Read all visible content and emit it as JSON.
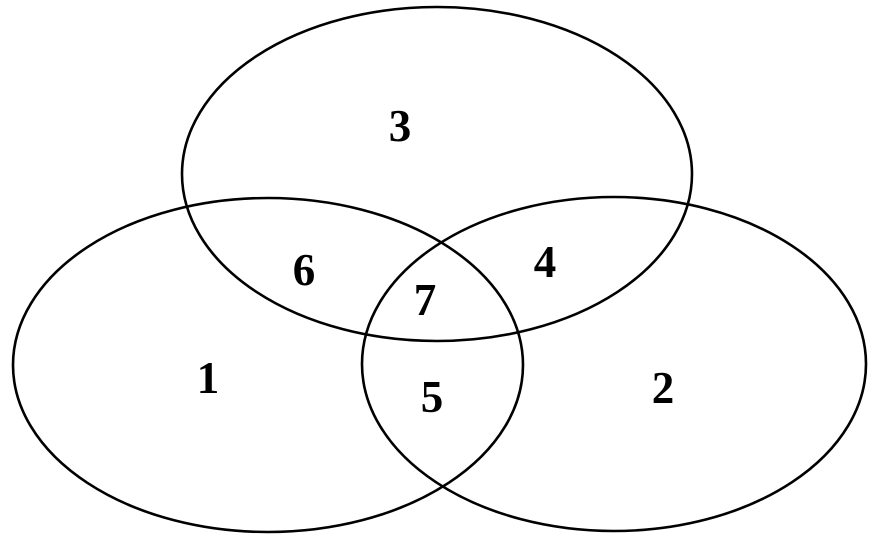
{
  "diagram": {
    "type": "venn-diagram",
    "set_count": 3,
    "colors": {
      "background": "#ffffff",
      "outline": "#000000",
      "label_text": "#000000"
    },
    "ellipses": [
      {
        "name": "left-ellipse"
      },
      {
        "name": "right-ellipse"
      },
      {
        "name": "top-ellipse"
      }
    ],
    "regions": [
      {
        "name": "region-left-only",
        "label": "1"
      },
      {
        "name": "region-right-only",
        "label": "2"
      },
      {
        "name": "region-top-only",
        "label": "3"
      },
      {
        "name": "region-top-right",
        "label": "4"
      },
      {
        "name": "region-left-right",
        "label": "5"
      },
      {
        "name": "region-left-top",
        "label": "6"
      },
      {
        "name": "region-all-three",
        "label": "7"
      }
    ]
  }
}
